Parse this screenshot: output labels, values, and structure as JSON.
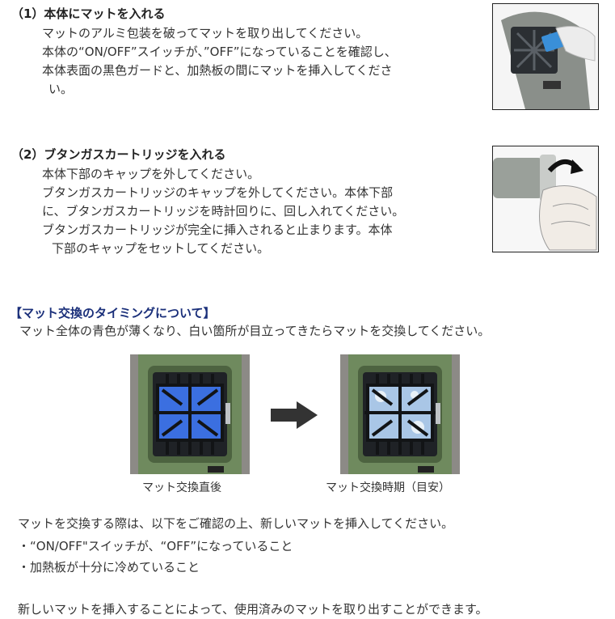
{
  "step1": {
    "heading": "（1）本体にマットを入れる",
    "lines": [
      "マットのアルミ包装を破ってマットを取り出してください。",
      "本体の“ON/OFF”スイッチが、”OFF”になっていることを確認し、",
      "本体表面の黒色ガードと、加熱板の間にマットを挿入してくださ",
      "い。"
    ]
  },
  "step2": {
    "heading": "（2）ブタンガスカートリッジを入れる",
    "lines": [
      "本体下部のキャップを外してください。",
      "ブタンガスカートリッジのキャップを外してください。本体下部",
      "に、ブタンガスカートリッジを時計回りに、回し入れてください。",
      "ブタンガスカートリッジが完全に挿入されると止まります。本体",
      "下部のキャップをセットしてください。"
    ]
  },
  "timing": {
    "title": "【マット交換のタイミングについて】",
    "description": "マット全体の青色が薄くなり、白い箇所が目立ってきたらマットを交換してください。",
    "caption_before": "マット交換直後",
    "caption_after": "マット交換時期（目安）"
  },
  "notes": {
    "intro": "マットを交換する際は、以下をご確認の上、新しいマットを挿入してください。",
    "items": [
      "・“ON/OFF\"スイッチが、“OFF”になっていること",
      "・加熱板が十分に冷めていること"
    ],
    "footer": "新しいマットを挿入することによって、使用済みのマットを取り出すことができます。"
  },
  "icons": {
    "arrow": "right-arrow-icon"
  },
  "colors": {
    "title_blue": "#1a2f7a",
    "device_green": "#6f8a5e",
    "mat_fresh": "#3b6fe0",
    "mat_used": "#a9c6e6"
  }
}
